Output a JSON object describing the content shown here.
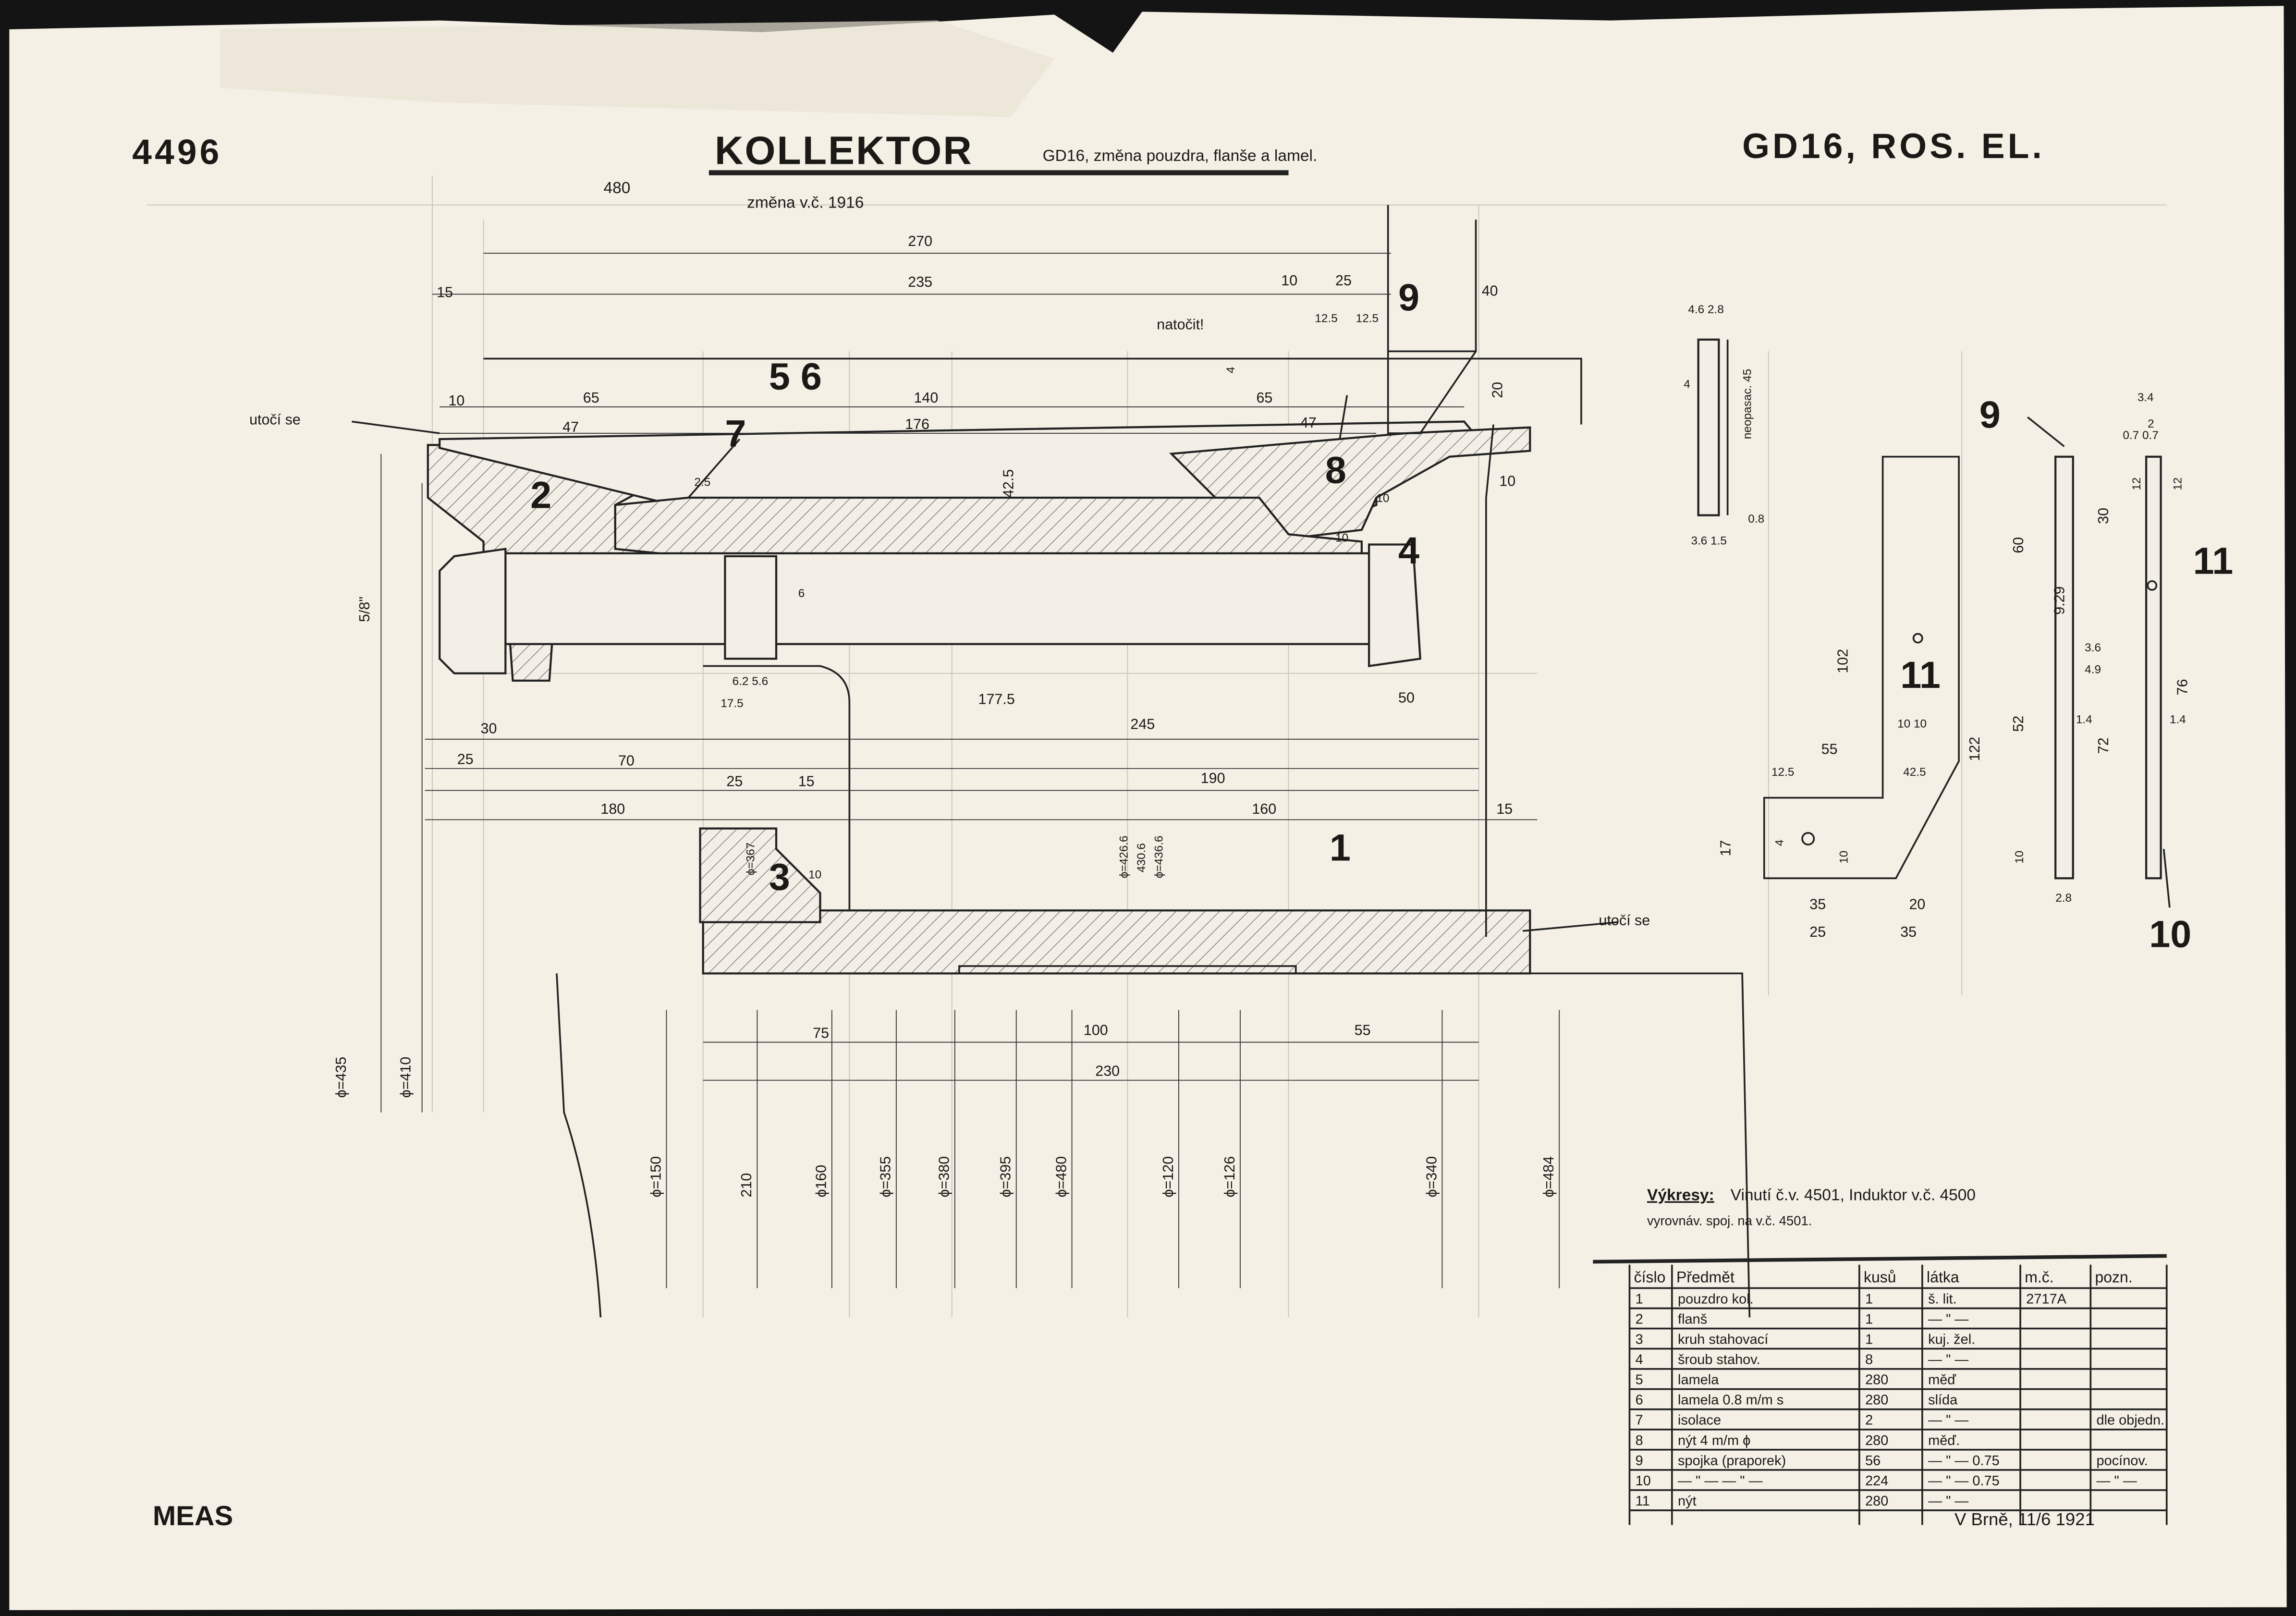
{
  "header": {
    "drawing_number": "4496",
    "title": "KOLLEKTOR",
    "subtitle": "GD16, změna pouzdra, flanše a lamel.",
    "machine": "GD16, ROS. EL.",
    "change_note": "změna v.č. 1916",
    "ref_note": "480",
    "company": "MEAS"
  },
  "labels": {
    "natocit": "natočit!",
    "utoci_left": "utočí se",
    "utoci_right": "utočí se",
    "neopasac": "neopasac. 45"
  },
  "part_numbers": [
    "1",
    "2",
    "3",
    "4",
    "5 6",
    "7",
    "8",
    "9",
    "9",
    "10",
    "11",
    "11"
  ],
  "dims": [
    "270",
    "235",
    "15",
    "10",
    "25",
    "40",
    "12.5",
    "12.5",
    "65",
    "140",
    "65",
    "10",
    "47",
    "176",
    "47",
    "2.5",
    "42.5",
    "10",
    "10",
    "6",
    "5/8\"",
    "10",
    "6.2 5.6",
    "17.5",
    "177.5",
    "50",
    "245",
    "30",
    "25",
    "70",
    "25",
    "15",
    "190",
    "180",
    "160",
    "15",
    "10",
    "ϕ=367",
    "ϕ=426.6",
    "430.6",
    "ϕ=436.6",
    "75",
    "100",
    "55",
    "230",
    "ϕ=435",
    "ϕ=410",
    "ϕ=150",
    "210",
    "ϕ160",
    "ϕ=355",
    "ϕ=380",
    "ϕ=395",
    "ϕ=480",
    "ϕ=120",
    "ϕ=126",
    "ϕ=340",
    "ϕ=484",
    "20",
    "4"
  ],
  "detail_dims": [
    "4.6 2.8",
    "0.8",
    "3.6 1.5",
    "4",
    "102",
    "122",
    "55",
    "10 10",
    "42.5",
    "12.5",
    "17",
    "4",
    "10",
    "35",
    "20",
    "25",
    "35",
    "3.4",
    "0.7 0.7",
    "2",
    "12",
    "12",
    "30",
    "60",
    "9.29",
    "3.6",
    "4.9",
    "52",
    "72",
    "1.4",
    "1.4",
    "76",
    "10",
    "2.8"
  ],
  "notes": {
    "drawings": "Výkresy:",
    "drawings_text": "Vinutí č.v. 4501, Induktor v.č. 4500",
    "line2": "vyrovnáv. spoj. na v.č. 4501."
  },
  "parts_table": {
    "headers": [
      "číslo",
      "Předmět",
      "kusů",
      "látka",
      "m.č.",
      "pozn."
    ],
    "rows": [
      [
        "1",
        "pouzdro kol.",
        "1",
        "š. lit.",
        "2717A",
        ""
      ],
      [
        "2",
        "flanš",
        "1",
        "— \" —",
        "",
        ""
      ],
      [
        "3",
        "kruh stahovací",
        "1",
        "kuj. žel.",
        "",
        ""
      ],
      [
        "4",
        "šroub stahov.",
        "8",
        "— \" —",
        "",
        ""
      ],
      [
        "5",
        "lamela",
        "280",
        "měď",
        "",
        ""
      ],
      [
        "6",
        "lamela 0.8 m/m s",
        "280",
        "slída",
        "",
        ""
      ],
      [
        "7",
        "isolace",
        "2",
        "— \" —",
        "",
        "dle objedn."
      ],
      [
        "8",
        "nýt 4 m/m ϕ",
        "280",
        "měď.",
        "",
        ""
      ],
      [
        "9",
        "spojka (praporek)",
        "56",
        "— \" — 0.75",
        "",
        "pocínov."
      ],
      [
        "10",
        "— \" — — \" —",
        "224",
        "— \" — 0.75",
        "",
        "— \" —"
      ],
      [
        "11",
        "nýt",
        "280",
        "— \" —",
        "",
        ""
      ]
    ]
  },
  "signature": "V Brně, 11/6 1921",
  "colors": {
    "paper": "#f4f0e6",
    "ink": "#1b1916",
    "background": "#121212"
  }
}
